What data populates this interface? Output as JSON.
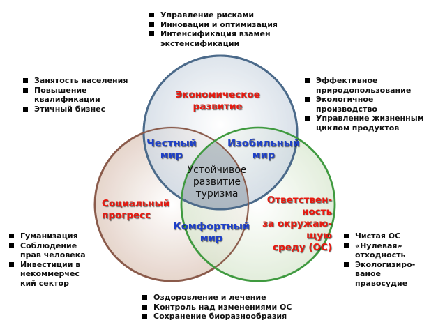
{
  "colors": {
    "economic_fill": "#dfe6ee",
    "economic_stroke": "#4b6a8a",
    "social_fill": "#eee0d8",
    "social_stroke": "#8a5a4a",
    "ecology_fill": "#e6efe0",
    "ecology_stroke": "#4a9a4a",
    "red_text": "#e8190f",
    "blue_text": "#1e40c8"
  },
  "circles": {
    "economic": "Экономическое\nразвитие",
    "social": "Социальный\nпрогресс",
    "ecology": "Ответствен-\nность\nза окружаю-\nщую\nсреду (ОС)"
  },
  "intersections": {
    "honest_world": "Честный\nмир",
    "abundant_world": "Изобильный\nмир",
    "comfortable_world": "Комфортный\nмир",
    "center": "Устойчивое\nразвитие\nтуризма"
  },
  "lists": {
    "top": [
      "Управление рисками",
      "Инновации и оптимизация",
      "Интенсификация взамен\nэкстенсификации"
    ],
    "upper_left": [
      "Занятость населения",
      "Повышение\nквалификации",
      "Этичный бизнес"
    ],
    "upper_right": [
      "Эффективное\nприродопользование",
      "Экологичное\nпроизводство",
      "Управление жизненным\nциклом продуктов"
    ],
    "lower_left": [
      "Гуманизация",
      "Соблюдение\nправ человека",
      "Инвестиции в\nнекоммерчес\nкий сектор"
    ],
    "lower_right": [
      "Чистая ОС",
      "«Нулевая»\nотходность",
      "Экологизиро-\nваное\nправосудие"
    ],
    "bottom": [
      "Оздоровление и лечение",
      "Контроль над изменениями ОС",
      "Сохранение биоразнообразия"
    ]
  }
}
